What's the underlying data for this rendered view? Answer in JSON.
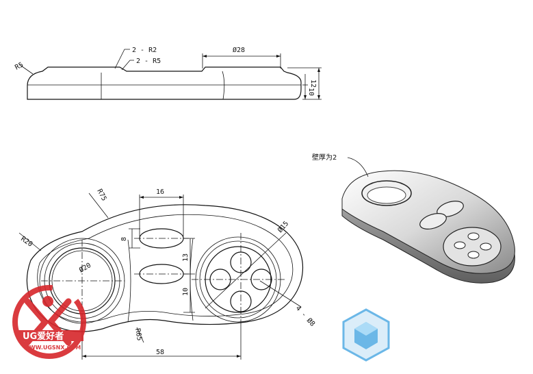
{
  "side_view": {
    "label_r5": "R5",
    "label_2r2": "2 - R2",
    "label_2r5": "2 - R5",
    "label_d28": "Ø28",
    "label_10": "10",
    "label_12": "12"
  },
  "top_view": {
    "label_r75": "R75",
    "label_r20": "R20",
    "label_r65": "R65",
    "label_16": "16",
    "label_8": "8",
    "label_13": "13",
    "label_10": "10",
    "label_d20": "Ø20",
    "label_d15": "Ø15",
    "label_4d8": "4 - Ø8",
    "label_58": "58"
  },
  "iso_view": {
    "wall_label": "壁厚为2"
  },
  "watermark": {
    "brand": "UG爱好者",
    "url": "WWW.UGSNX.COM",
    "red": "#d6262b",
    "cube_blue": "#3aa0e0"
  }
}
